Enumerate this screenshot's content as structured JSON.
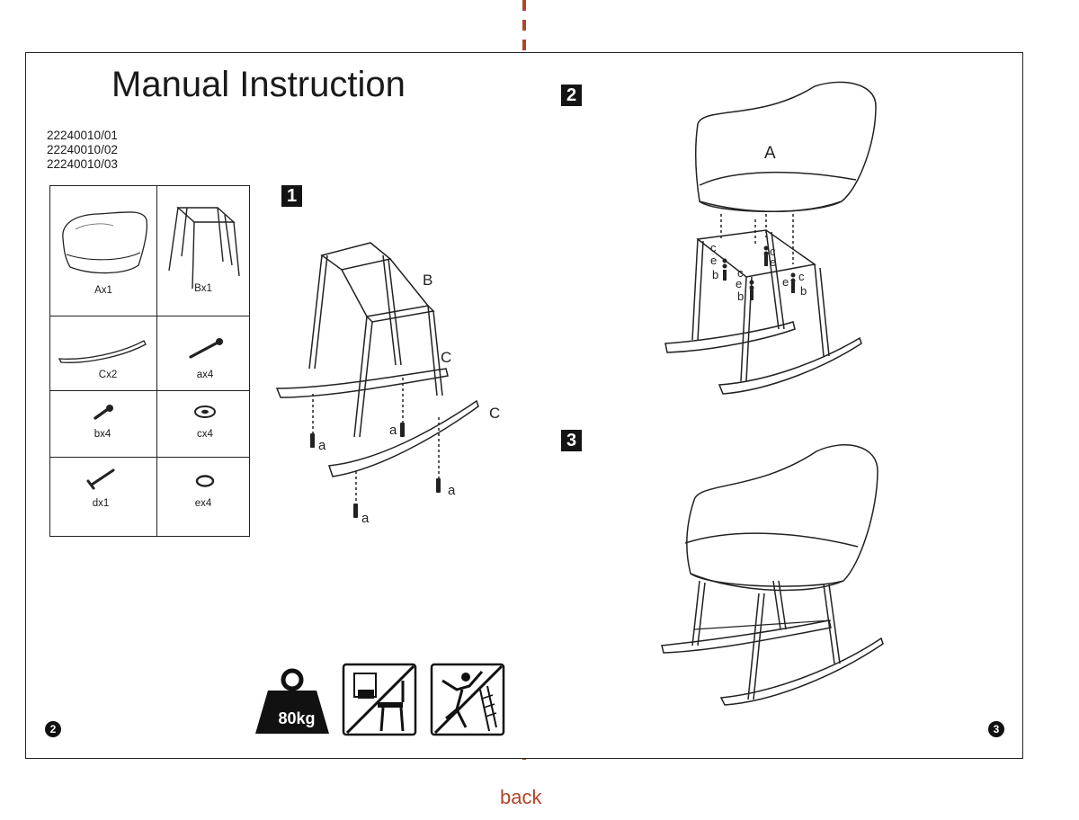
{
  "title": "Manual Instruction",
  "models": [
    "22240010/01",
    "22240010/02",
    "22240010/03"
  ],
  "parts": [
    {
      "label": "Ax1",
      "icon": "seat-shell-icon"
    },
    {
      "label": "Bx1",
      "icon": "frame-base-icon"
    },
    {
      "label": "Cx2",
      "icon": "rocker-rail-icon"
    },
    {
      "label": "ax4",
      "icon": "long-bolt-icon"
    },
    {
      "label": "bx4",
      "icon": "short-bolt-icon"
    },
    {
      "label": "cx4",
      "icon": "washer-icon"
    },
    {
      "label": "dx1",
      "icon": "allen-key-icon"
    },
    {
      "label": "ex4",
      "icon": "spring-washer-icon"
    }
  ],
  "steps": {
    "step1": {
      "number": "1",
      "labels": {
        "b": "B",
        "c1": "C",
        "c2": "C",
        "a": "a"
      }
    },
    "step2": {
      "number": "2",
      "labels": {
        "a": "A",
        "c": "c",
        "e": "e",
        "b": "b"
      }
    },
    "step3": {
      "number": "3"
    }
  },
  "warnings": {
    "weight": "80kg"
  },
  "page_numbers": {
    "left": "2",
    "right": "3"
  },
  "nav": {
    "back": "back"
  },
  "colors": {
    "accent": "#b0452a",
    "ink": "#1a1a1a"
  }
}
